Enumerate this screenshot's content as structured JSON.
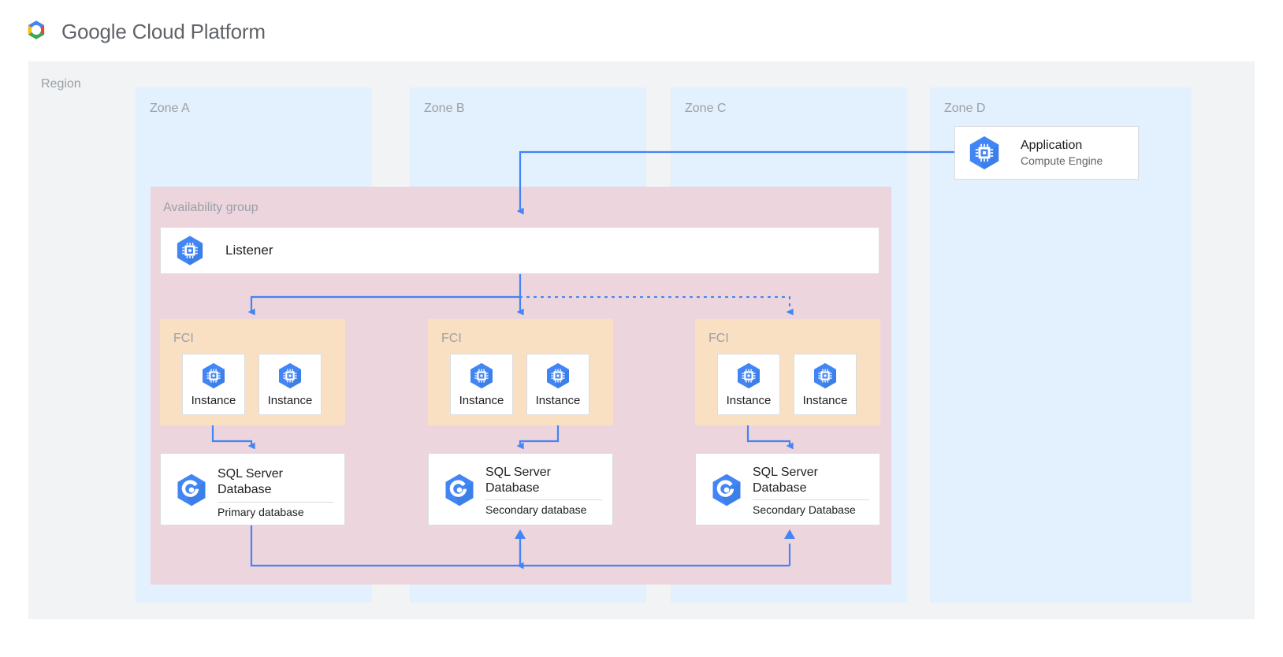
{
  "header": {
    "brand": "Google Cloud Platform",
    "logo_icon": "google-cloud-logo"
  },
  "region": {
    "label": "Region"
  },
  "zones": [
    {
      "id": "zone-a",
      "label": "Zone A"
    },
    {
      "id": "zone-b",
      "label": "Zone B"
    },
    {
      "id": "zone-c",
      "label": "Zone C"
    },
    {
      "id": "zone-d",
      "label": "Zone D"
    }
  ],
  "availability_group": {
    "label": "Availability group"
  },
  "application": {
    "title": "Application",
    "subtitle": "Compute Engine",
    "icon": "compute-engine-icon"
  },
  "listener": {
    "label": "Listener",
    "icon": "compute-engine-icon"
  },
  "fci_groups": [
    {
      "label": "FCI",
      "instances": [
        {
          "label": "Instance",
          "icon": "compute-engine-icon"
        },
        {
          "label": "Instance",
          "icon": "compute-engine-icon"
        }
      ]
    },
    {
      "label": "FCI",
      "instances": [
        {
          "label": "Instance",
          "icon": "compute-engine-icon"
        },
        {
          "label": "Instance",
          "icon": "compute-engine-icon"
        }
      ]
    },
    {
      "label": "FCI",
      "instances": [
        {
          "label": "Instance",
          "icon": "compute-engine-icon"
        },
        {
          "label": "Instance",
          "icon": "compute-engine-icon"
        }
      ]
    }
  ],
  "databases": [
    {
      "title": "SQL Server Database",
      "role": "Primary database",
      "icon": "sql-server-database-icon"
    },
    {
      "title": "SQL Server Database",
      "role": "Secondary database",
      "icon": "sql-server-database-icon"
    },
    {
      "title": "SQL Server Database",
      "role": "Secondary Database",
      "icon": "sql-server-database-icon"
    }
  ],
  "colors": {
    "page_background": "#ffffff",
    "region_background": "#f1f3f4",
    "zone_background": "#e3f0fd",
    "availability_group_background": "#edd5de",
    "fci_background": "#fae0c3",
    "card_background": "#ffffff",
    "card_border": "#dadce0",
    "connector": "#4285f4",
    "icon_blue": "#4285f4",
    "label_grey": "#9aa0a6",
    "text_primary": "#202124",
    "text_secondary": "#5f6368"
  }
}
